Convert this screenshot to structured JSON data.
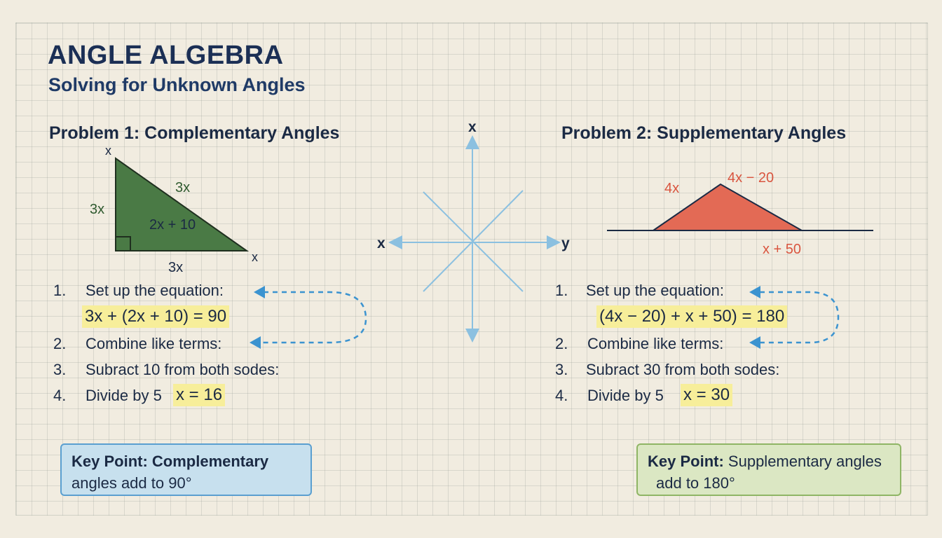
{
  "title": "ANGLE ALGEBRA",
  "subtitle": "Solving for Unknown Angles",
  "problem1": {
    "heading": "Problem 1: Complementary Angles",
    "labels": {
      "top_x": "x",
      "left": "3x",
      "hyp": "3x",
      "inner": "2x + 10",
      "bottom": "3x",
      "right_x": "x"
    },
    "steps": [
      {
        "num": "1.",
        "text": "Set up the equation:"
      },
      {
        "num": "",
        "text": "3x + (2x + 10) = 90"
      },
      {
        "num": "2.",
        "text": "Combine like terms:"
      },
      {
        "num": "3.",
        "text": "Subract 10 from both sodes:"
      },
      {
        "num": "4.",
        "text": "Divide by 5",
        "answer": "x = 16"
      }
    ],
    "key_point": {
      "bold": "Key Point: Complementary",
      "rest": "angles add to 90°"
    }
  },
  "axes": {
    "top": "x",
    "left": "x",
    "right": "y"
  },
  "problem2": {
    "heading": "Problem 2: Supplementary Angles",
    "labels": {
      "left": "4x",
      "top": "4x − 20",
      "bottom": "x + 50"
    },
    "steps": [
      {
        "num": "1.",
        "text": "Set up the equation:"
      },
      {
        "num": "",
        "text": "(4x − 20) + x + 50) = 180"
      },
      {
        "num": "2.",
        "text": "Combine like terms:"
      },
      {
        "num": "3.",
        "text": "Subract 30 from both sodes:"
      },
      {
        "num": "4.",
        "text": "Divide by 5",
        "answer": "x = 30"
      }
    ],
    "key_point": {
      "bold": "Key Point:",
      "rest1": "Supplementary angles",
      "rest2": "add to 180°"
    }
  },
  "colors": {
    "green_triangle": "#4a7a45",
    "red_triangle": "#e36a55",
    "axis_blue": "#8bc0e0",
    "arrow_blue": "#3b93d0",
    "highlight": "#f7ee9a"
  }
}
